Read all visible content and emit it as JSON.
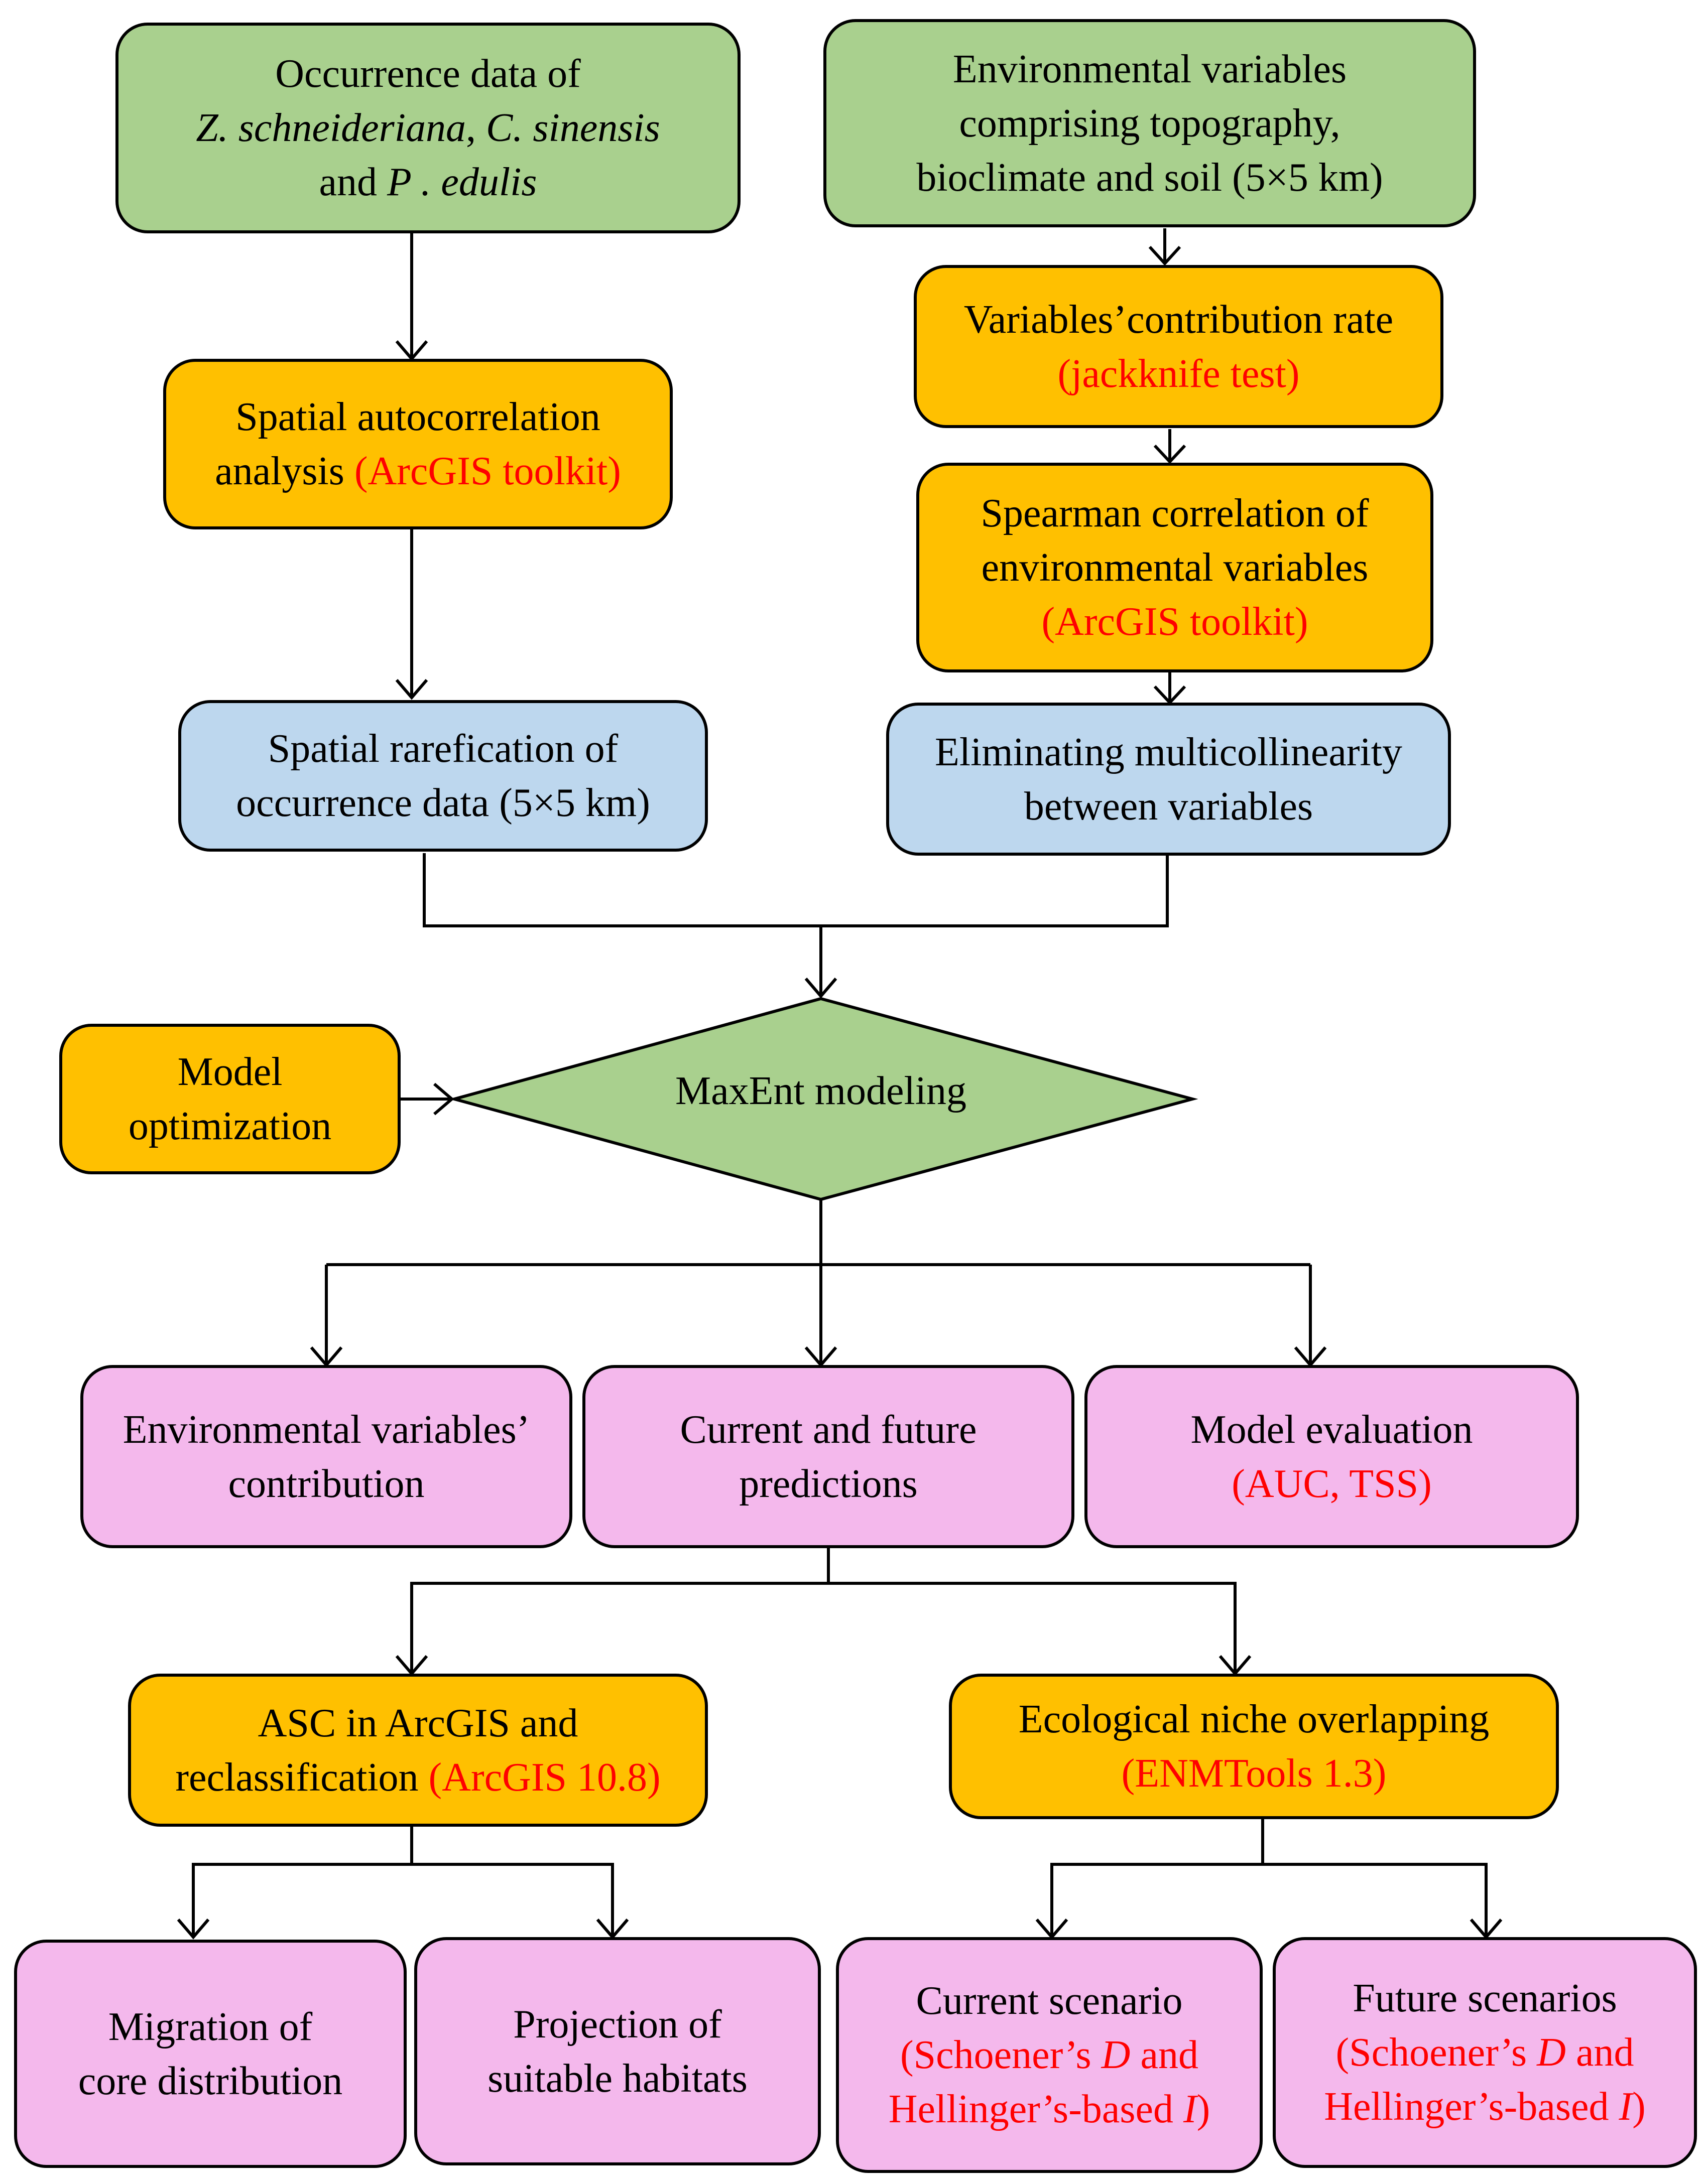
{
  "nodes": {
    "occurrence": {
      "line1": "Occurrence data of",
      "sp1": "Z.  schneideriana",
      "sep1": ", ",
      "sp2": "C. sinensis",
      "and": "and ",
      "sp3": "P . edulis",
      "color": "#a9d08e"
    },
    "env_vars": {
      "line1": "Environmental variables",
      "line2": "comprising topography,",
      "line3": "bioclimate and soil (5×5 km)",
      "color": "#a9d08e"
    },
    "contribution_rate": {
      "line1": "Variables’contribution rate",
      "tool": "(jackknife test)",
      "color": "#ffc000"
    },
    "spatial_autocorr": {
      "line1": "Spatial autocorrelation",
      "line2": "analysis",
      "tool": "(ArcGIS toolkit)",
      "color": "#ffc000"
    },
    "spearman": {
      "line1": "Spearman correlation of",
      "line2": "environmental variables",
      "tool": "(ArcGIS toolkit)",
      "color": "#ffc000"
    },
    "rarefication": {
      "line1": "Spatial rarefication of",
      "line2": "occurrence data (5×5 km)",
      "color": "#bdd7ee"
    },
    "multicollinearity": {
      "line1": "Eliminating multicollinearity",
      "line2": "between variables",
      "color": "#bdd7ee"
    },
    "model_opt": {
      "line1": "Model",
      "line2": "optimization",
      "color": "#ffc000"
    },
    "maxent": {
      "label": "MaxEnt modeling",
      "color": "#a9d08e"
    },
    "env_contrib": {
      "line1": "Environmental variables’",
      "line2": "contribution",
      "color": "#f4b8ec"
    },
    "predictions": {
      "line1": "Current and future",
      "line2": "predictions",
      "color": "#f4b8ec"
    },
    "evaluation": {
      "line1": "Model evaluation",
      "tool": "(AUC, TSS)",
      "color": "#f4b8ec"
    },
    "asc": {
      "line1": "ASC in ArcGIS and",
      "line2": "reclassification",
      "tool": "(ArcGIS 10.8)",
      "color": "#ffc000"
    },
    "niche": {
      "line1": "Ecological niche overlapping",
      "tool": "(ENMTools 1.3)",
      "color": "#ffc000"
    },
    "migration": {
      "line1": "Migration of",
      "line2": "core distribution",
      "color": "#f4b8ec"
    },
    "projection": {
      "line1": "Projection of",
      "line2": "suitable habitats",
      "color": "#f4b8ec"
    },
    "current_scenario": {
      "line1": "Current scenario",
      "p1": "(Schoener’s ",
      "d": "D",
      "p2": " and",
      "p3": "Hellinger’s-based ",
      "i": "I",
      "p4": ")",
      "color": "#f4b8ec"
    },
    "future_scenarios": {
      "line1": "Future scenarios",
      "p1": "(Schoener’s ",
      "d": "D",
      "p2": " and",
      "p3": "Hellinger’s-based ",
      "i": "I",
      "p4": ")",
      "color": "#f4b8ec"
    }
  },
  "colors": {
    "green": "#a9d08e",
    "orange": "#ffc000",
    "blue": "#bdd7ee",
    "pink": "#f4b8ec",
    "tool_text": "#ff0000",
    "line": "#000000"
  }
}
